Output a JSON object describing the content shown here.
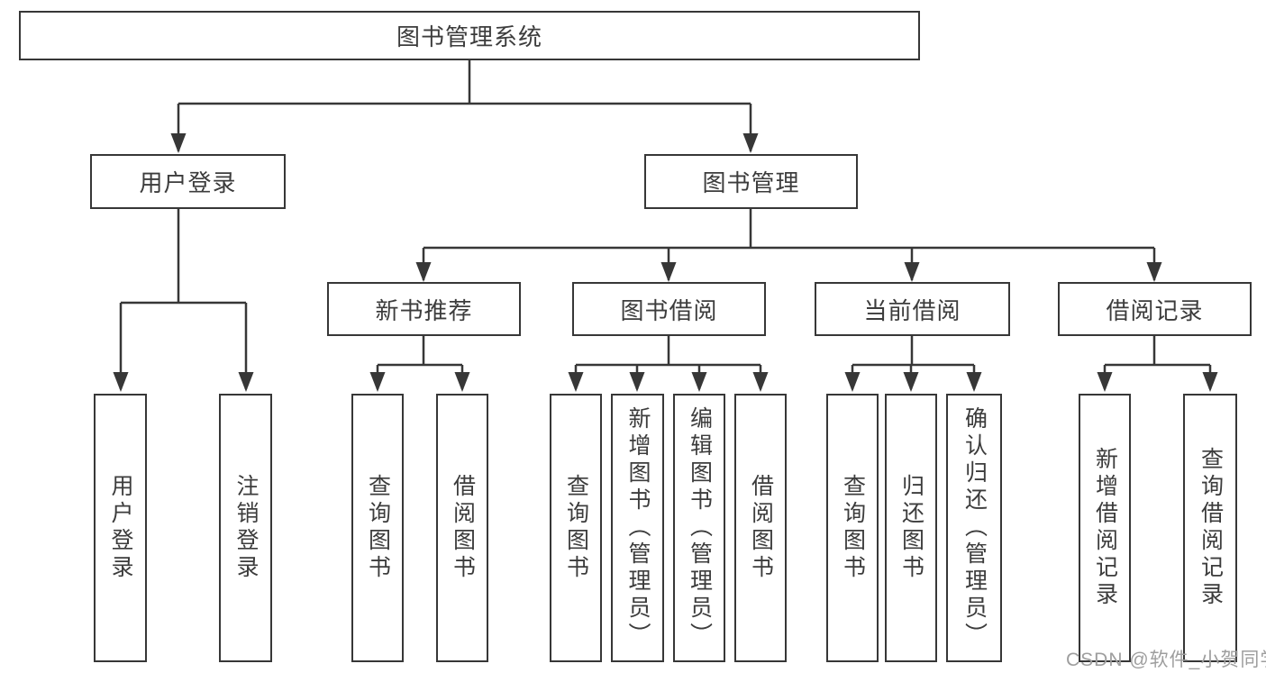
{
  "colors": {
    "line": "#373737",
    "box_border": "#373737",
    "text": "#3c3c3c",
    "watermark": "#9e9e9e",
    "background": "#ffffff"
  },
  "diagram": {
    "root": {
      "label": "图书管理系统"
    },
    "branches": [
      {
        "label": "用户登录",
        "children": [
          {
            "label": "用户登录"
          },
          {
            "label": "注销登录"
          }
        ]
      },
      {
        "label": "图书管理",
        "children": [
          {
            "label": "新书推荐",
            "children": [
              {
                "label": "查询图书"
              },
              {
                "label": "借阅图书"
              }
            ]
          },
          {
            "label": "图书借阅",
            "children": [
              {
                "label": "查询图书"
              },
              {
                "label": "新增图书（管理员）"
              },
              {
                "label": "编辑图书（管理员）"
              },
              {
                "label": "借阅图书"
              }
            ]
          },
          {
            "label": "当前借阅",
            "children": [
              {
                "label": "查询图书"
              },
              {
                "label": "归还图书"
              },
              {
                "label": "确认归还（管理员）"
              }
            ]
          },
          {
            "label": "借阅记录",
            "children": [
              {
                "label": "新增借阅记录"
              },
              {
                "label": "查询借阅记录"
              }
            ]
          }
        ]
      }
    ]
  },
  "watermark": "CSDN @软件_小贺同学"
}
